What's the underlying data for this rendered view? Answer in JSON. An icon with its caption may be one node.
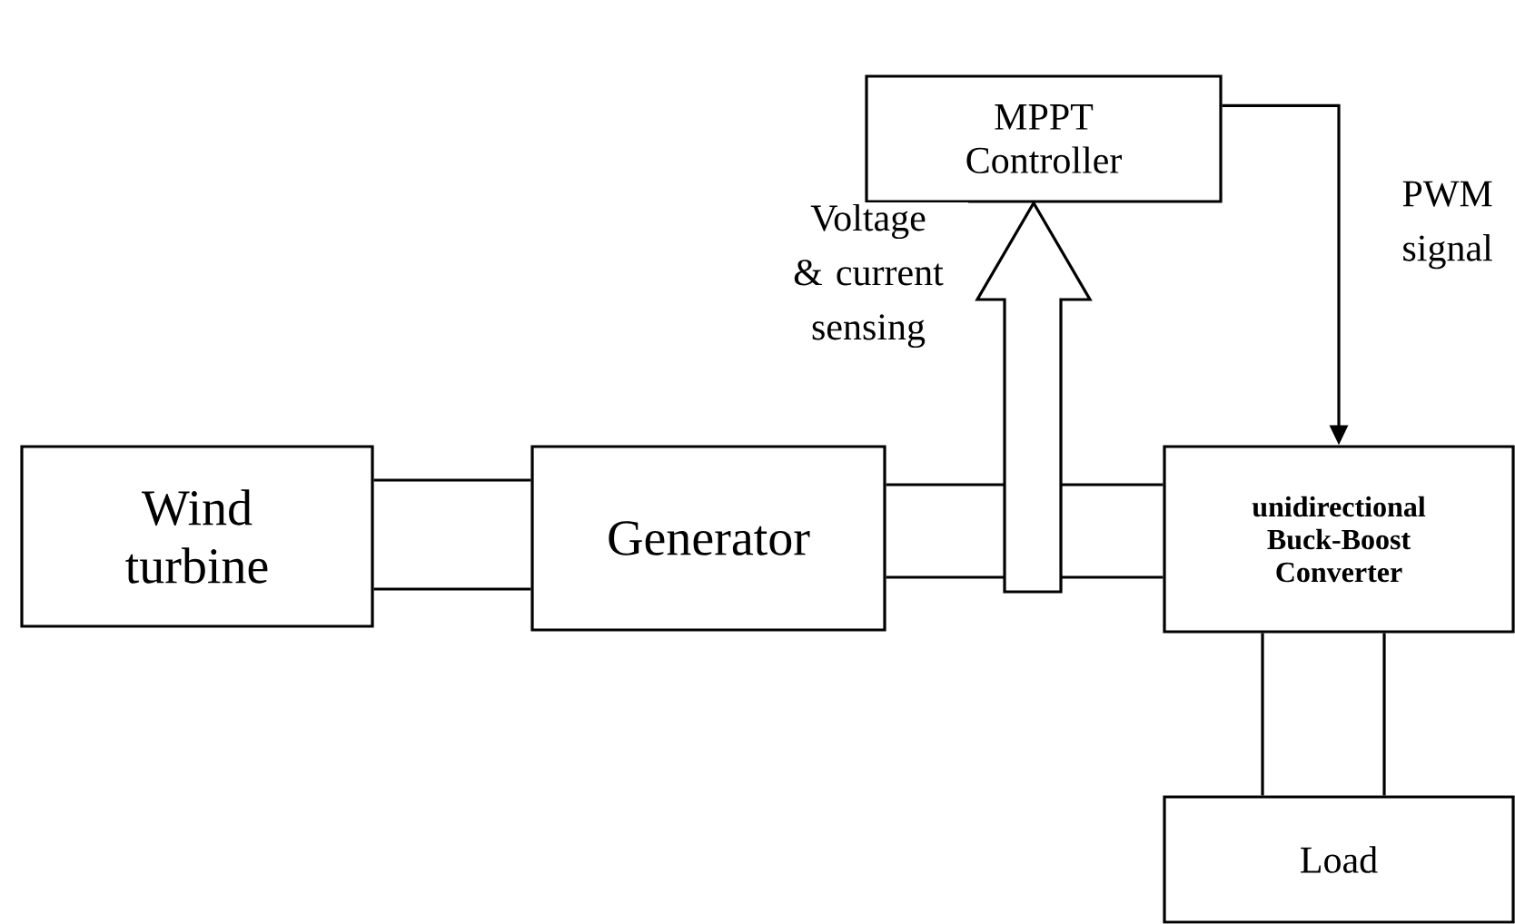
{
  "diagram": {
    "nodes": [
      {
        "text": [
          "MPPT Controller"
        ]
      },
      {
        "text": [
          "Wind turbine"
        ]
      },
      {
        "text": [
          "Generator"
        ]
      },
      {
        "text": [
          "unidirectional Buck-Boost Converter"
        ]
      },
      {
        "text": [
          "Load"
        ]
      }
    ],
    "edges": [
      {
        "from": 1,
        "to": 2,
        "arrow": "none"
      },
      {
        "from": 2,
        "to": 3,
        "arrow": "none"
      },
      {
        "from": 3,
        "to": 4,
        "arrow": "none"
      },
      {
        "from": null,
        "to": 0,
        "arrow": "to",
        "label": "Voltage & current sensing"
      },
      {
        "from": 0,
        "to": 3,
        "arrow": "to",
        "label": "PWM signal"
      }
    ]
  }
}
